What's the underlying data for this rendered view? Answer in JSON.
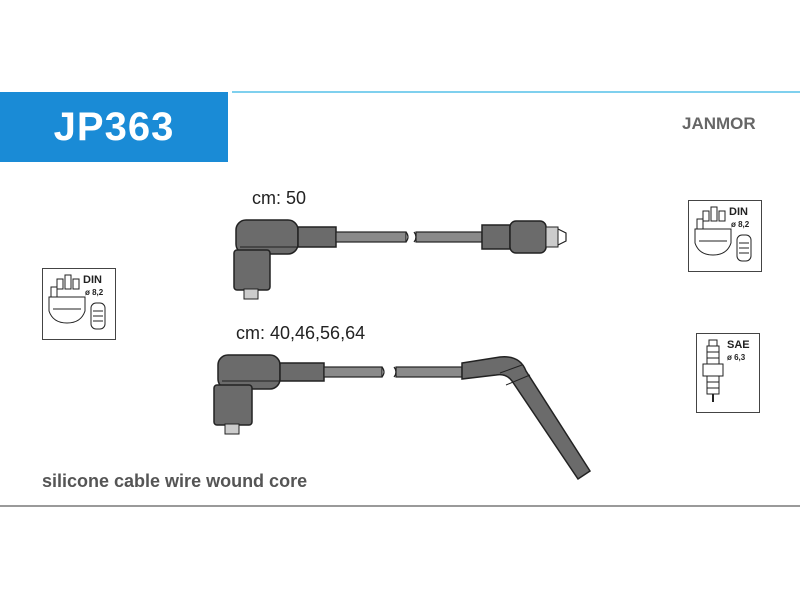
{
  "header": {
    "code": "JP363",
    "brand": "JANMOR"
  },
  "wires": [
    {
      "length_label": "cm: 50"
    },
    {
      "length_label": "cm: 40,46,56,64"
    }
  ],
  "badges": {
    "distributor_left": {
      "standard": "DIN",
      "diameter": "ø 8,2"
    },
    "distributor_right": {
      "standard": "DIN",
      "diameter": "ø 8,2"
    },
    "spark_plug": {
      "standard": "SAE",
      "diameter": "ø 6,3"
    }
  },
  "footer": {
    "description": "silicone cable wire wound core"
  },
  "colors": {
    "accent": "#1a8bd6",
    "accent_line": "#7fd0ee",
    "boot": "#6b6b6b",
    "cable": "#8a8a8a"
  }
}
